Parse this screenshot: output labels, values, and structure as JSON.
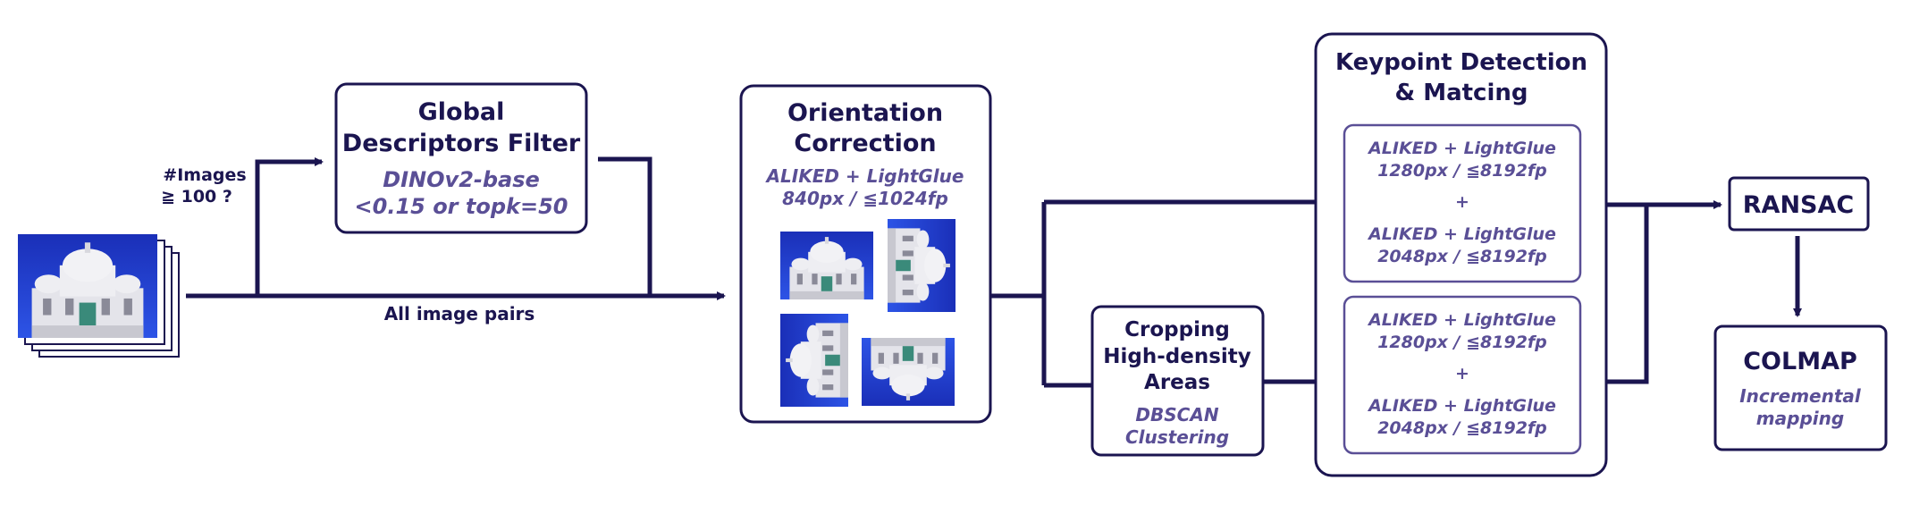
{
  "input": {
    "condition_label_1": "#Images",
    "condition_label_2": "≧ 100 ?",
    "pairs_label": "All image pairs"
  },
  "global_filter": {
    "title_1": "Global",
    "title_2": "Descriptors Filter",
    "sub_1": "DINOv2-base",
    "sub_2": "<0.15 or topk=50"
  },
  "orientation": {
    "title_1": "Orientation",
    "title_2": "Correction",
    "sub_1": "ALIKED + LightGlue",
    "sub_2": "840px / ≦1024fp"
  },
  "cropping": {
    "title_1": "Cropping",
    "title_2": "High-density",
    "title_3": "Areas",
    "sub_1": "DBSCAN",
    "sub_2": "Clustering"
  },
  "keypoint": {
    "title_1": "Keypoint Detection",
    "title_2": "& Matcing",
    "upper": {
      "a1": "ALIKED + LightGlue",
      "a2": "1280px / ≦8192fp",
      "plus": "+",
      "b1": "ALIKED + LightGlue",
      "b2": "2048px / ≦8192fp"
    },
    "lower": {
      "a1": "ALIKED + LightGlue",
      "a2": "1280px / ≦8192fp",
      "plus": "+",
      "b1": "ALIKED + LightGlue",
      "b2": "2048px / ≦8192fp"
    }
  },
  "ransac": {
    "title": "RANSAC"
  },
  "colmap": {
    "title": "COLMAP",
    "sub_1": "Incremental",
    "sub_2": "mapping"
  },
  "colors": {
    "primary": "#1b1550",
    "secondary": "#5a4f96",
    "sky": "#1f3fd1"
  }
}
